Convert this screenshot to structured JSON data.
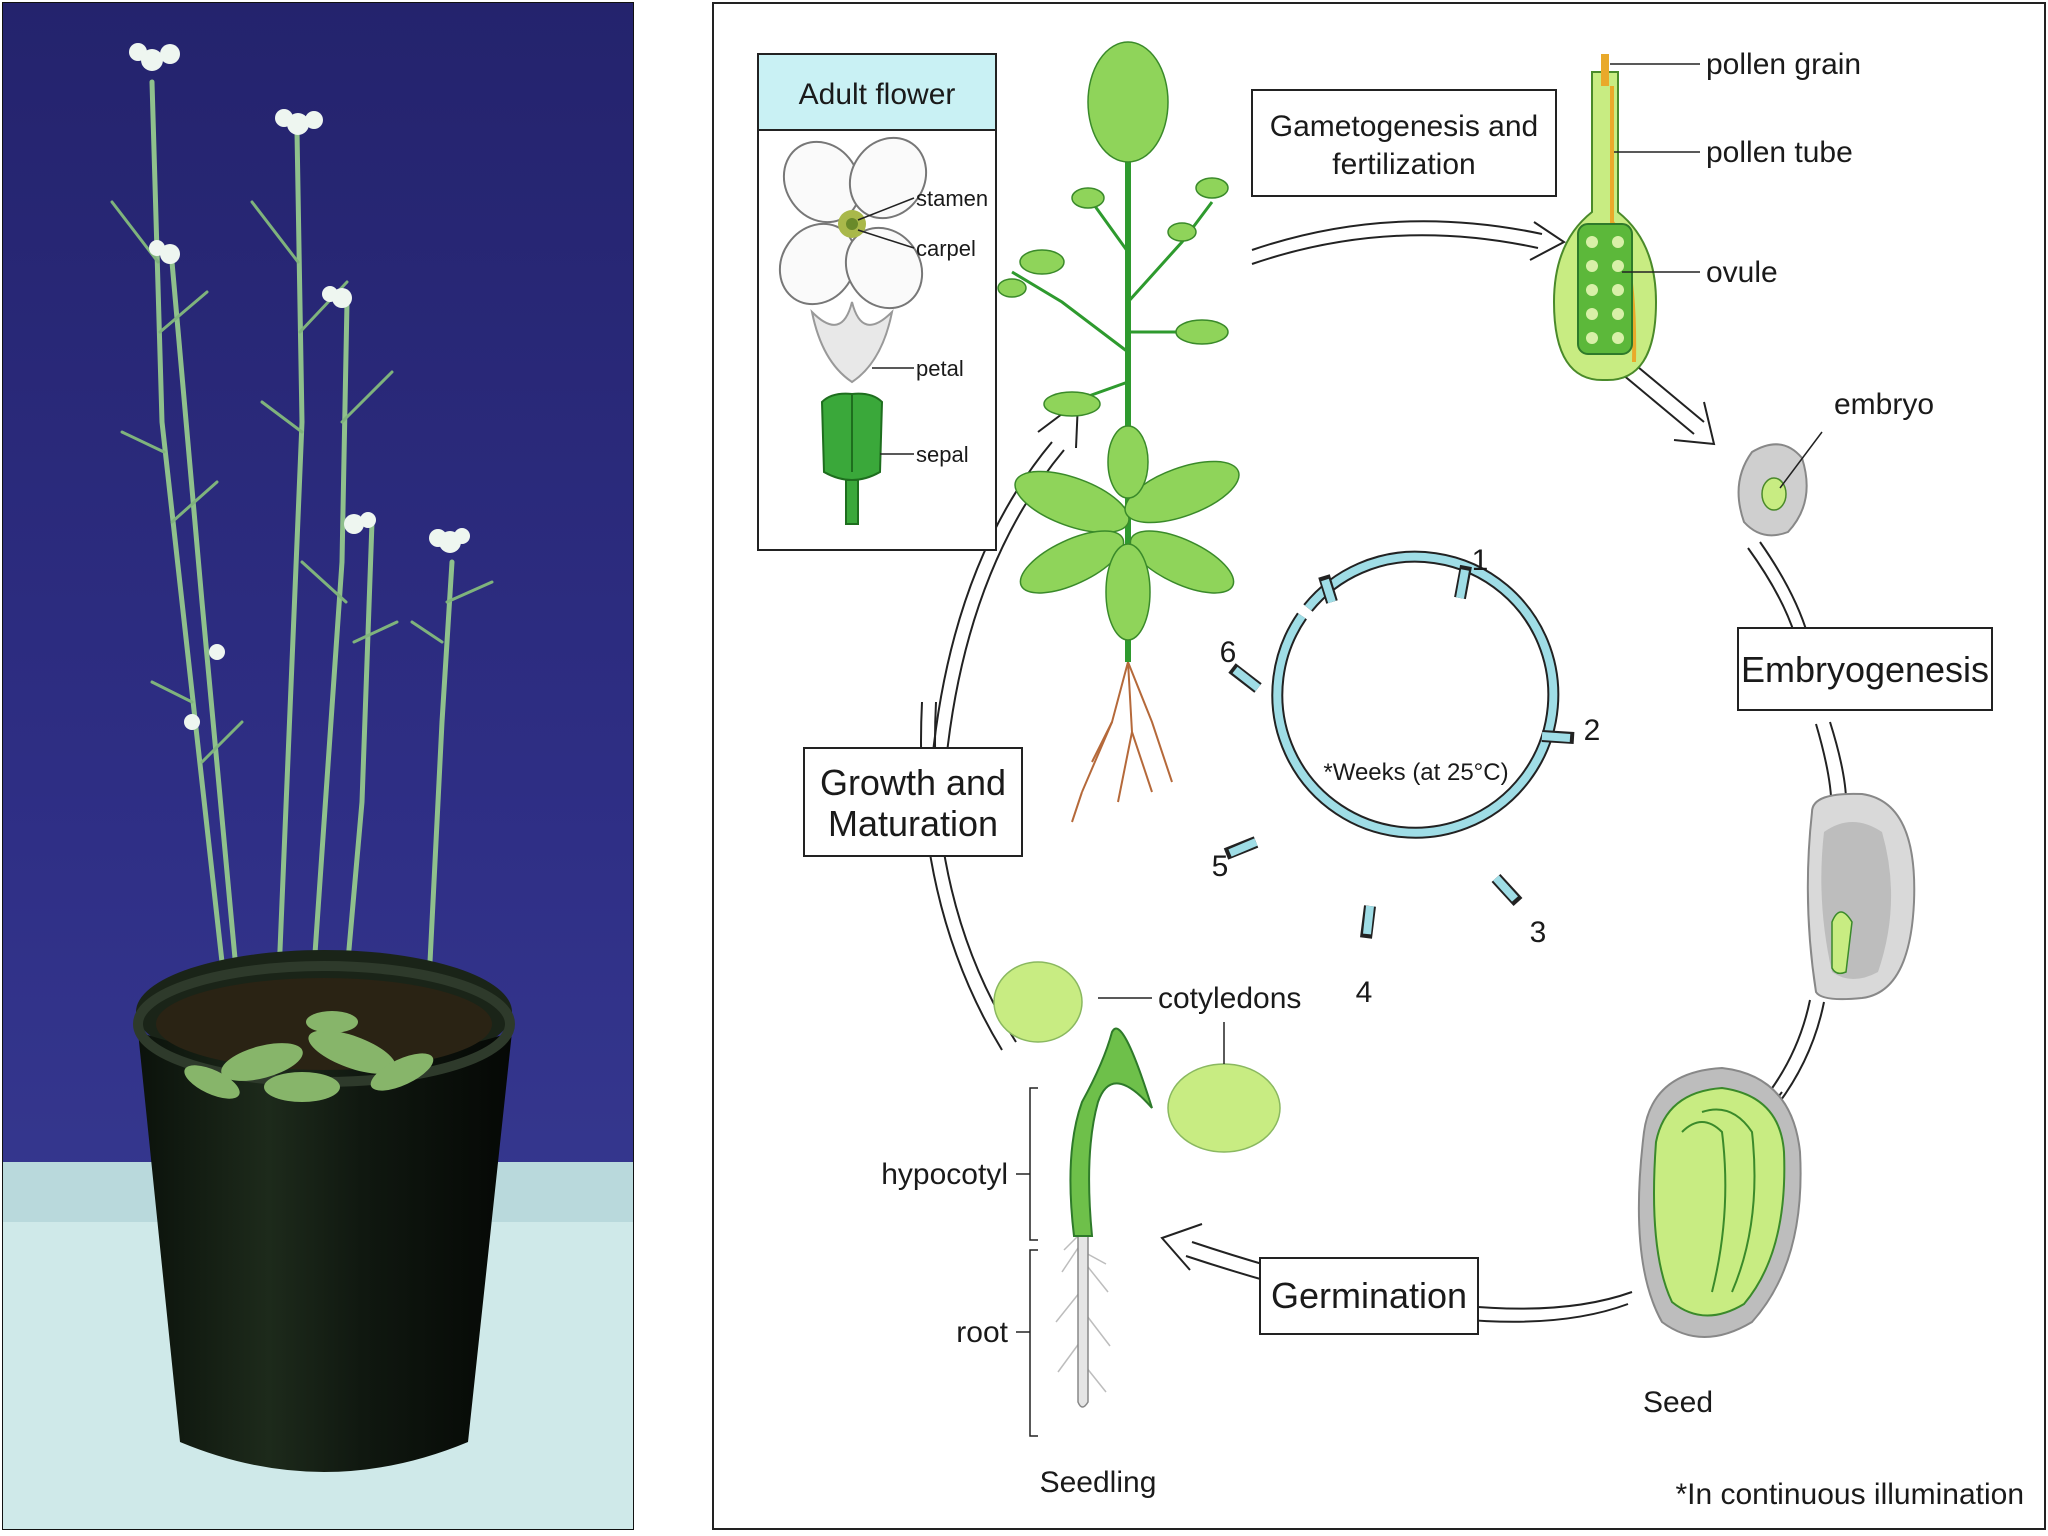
{
  "diagram": {
    "adult_flower": {
      "title": "Adult flower",
      "labels": {
        "stamen": "stamen",
        "carpel": "carpel",
        "petal": "petal",
        "sepal": "sepal"
      }
    },
    "stages": {
      "gametogenesis": [
        "Gametogenesis and",
        "fertilization"
      ],
      "embryogenesis": "Embryogenesis",
      "germination": "Germination",
      "growth": [
        "Growth and",
        "Maturation"
      ]
    },
    "ovule_labels": {
      "pollen_grain": "pollen grain",
      "pollen_tube": "pollen tube",
      "ovule": "ovule"
    },
    "embryo_label": "embryo",
    "seed_label": "Seed",
    "seedling": {
      "title": "Seedling",
      "cotyledons": "cotyledons",
      "hypocotyl": "hypocotyl",
      "root": "root"
    },
    "weeks_clock": {
      "caption": "*Weeks (at 25°C)",
      "ticks": [
        "1",
        "2",
        "3",
        "4",
        "5",
        "6"
      ]
    },
    "footnote": "*In continuous illumination"
  },
  "colors": {
    "photo_background": "#2b2a7a",
    "leaf_green": "#8fd45a",
    "stem_green": "#2e9a2e",
    "clock_blue": "#9fdde6",
    "title_box_fill": "#c9f1f4",
    "root_brown": "#b5693a"
  }
}
